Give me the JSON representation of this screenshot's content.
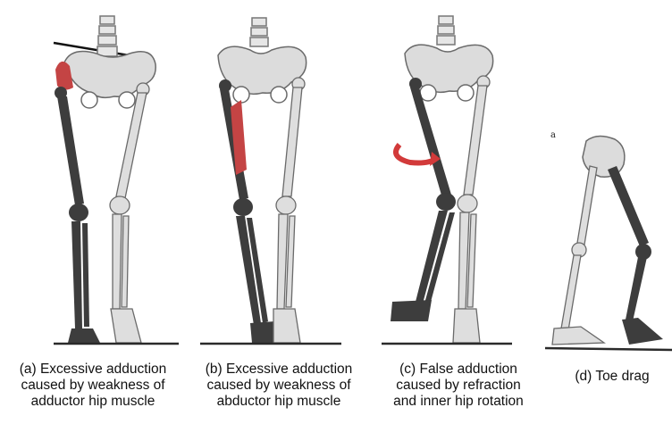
{
  "colors": {
    "bone_light": "#d9d9d9",
    "bone_outline": "#6a6a6a",
    "bone_dark": "#3d3d3d",
    "muscle": "#c44444",
    "ground": "#2a2a2a",
    "arrow": "#d23a3a"
  },
  "panels": [
    {
      "id": "a",
      "caption_lines": [
        "(a) Excessive adduction",
        "caused by weakness of",
        "adductor hip muscle"
      ]
    },
    {
      "id": "b",
      "caption_lines": [
        "(b) Excessive adduction",
        "caused by weakness of",
        "abductor hip muscle"
      ]
    },
    {
      "id": "c",
      "caption_lines": [
        "(c) False adduction",
        "caused by refraction",
        "and inner hip rotation"
      ]
    },
    {
      "id": "d",
      "tag": "a",
      "caption_lines": [
        "(d) Toe drag"
      ]
    }
  ]
}
